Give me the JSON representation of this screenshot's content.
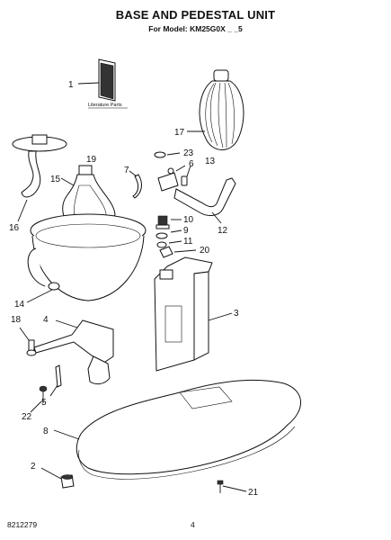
{
  "header": {
    "title": "BASE AND PEDESTAL UNIT",
    "model_line": "For Model: KM25G0X _ _5"
  },
  "literature_caption": "Literature Parts",
  "callouts": [
    {
      "id": "c1",
      "label": "1"
    },
    {
      "id": "c2",
      "label": "2"
    },
    {
      "id": "c3",
      "label": "3"
    },
    {
      "id": "c4",
      "label": "4"
    },
    {
      "id": "c5",
      "label": "5"
    },
    {
      "id": "c6",
      "label": "6"
    },
    {
      "id": "c7",
      "label": "7"
    },
    {
      "id": "c8",
      "label": "8"
    },
    {
      "id": "c9",
      "label": "9"
    },
    {
      "id": "c10",
      "label": "10"
    },
    {
      "id": "c11",
      "label": "11"
    },
    {
      "id": "c12",
      "label": "12"
    },
    {
      "id": "c13",
      "label": "13"
    },
    {
      "id": "c14",
      "label": "14"
    },
    {
      "id": "c15",
      "label": "15"
    },
    {
      "id": "c16",
      "label": "16"
    },
    {
      "id": "c17",
      "label": "17"
    },
    {
      "id": "c18",
      "label": "18"
    },
    {
      "id": "c19",
      "label": "19"
    },
    {
      "id": "c20",
      "label": "20"
    },
    {
      "id": "c21",
      "label": "21"
    },
    {
      "id": "c22",
      "label": "22"
    },
    {
      "id": "c23",
      "label": "23"
    }
  ],
  "footer": {
    "doc_number": "8212279",
    "page_number": "4"
  }
}
